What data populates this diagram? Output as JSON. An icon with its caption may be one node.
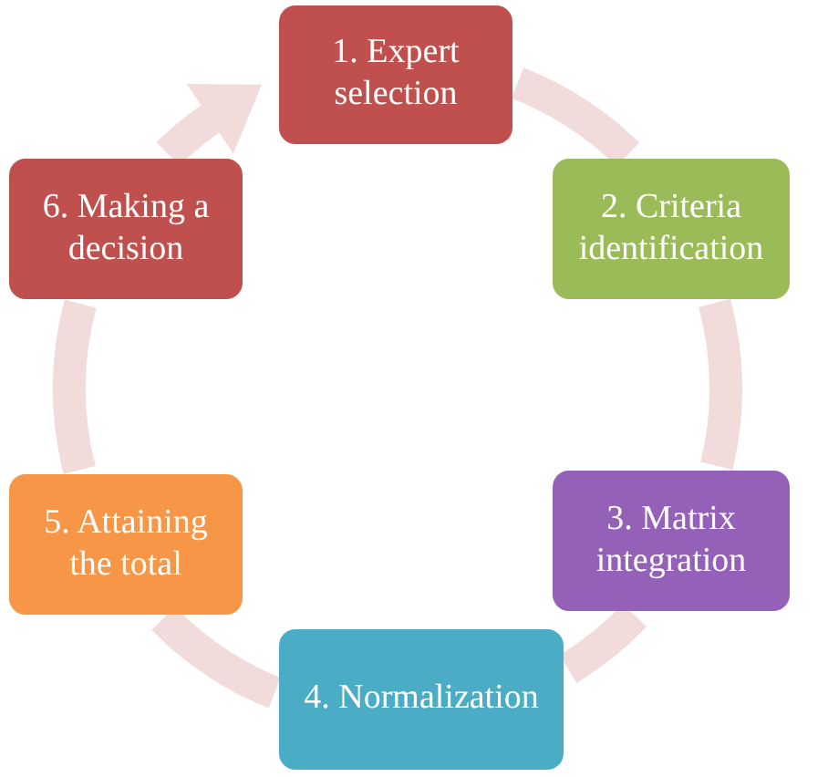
{
  "diagram": {
    "nodes": [
      {
        "text": [
          "1. Expert selection"
        ]
      },
      {
        "text": [
          "2. Criteria identification"
        ]
      },
      {
        "text": [
          "3. Matrix integration"
        ]
      },
      {
        "text": [
          "4. Normalization"
        ]
      },
      {
        "text": [
          "5. Attaining the total"
        ]
      },
      {
        "text": [
          "6. Making a decision"
        ]
      }
    ],
    "edges": [
      {
        "from": 0,
        "to": 1,
        "arrow": "none"
      },
      {
        "from": 1,
        "to": 2,
        "arrow": "none"
      },
      {
        "from": 2,
        "to": 3,
        "arrow": "none"
      },
      {
        "from": 3,
        "to": 4,
        "arrow": "none"
      },
      {
        "from": 4,
        "to": 5,
        "arrow": "none"
      },
      {
        "from": 5,
        "to": 0,
        "arrow": "to"
      }
    ]
  }
}
